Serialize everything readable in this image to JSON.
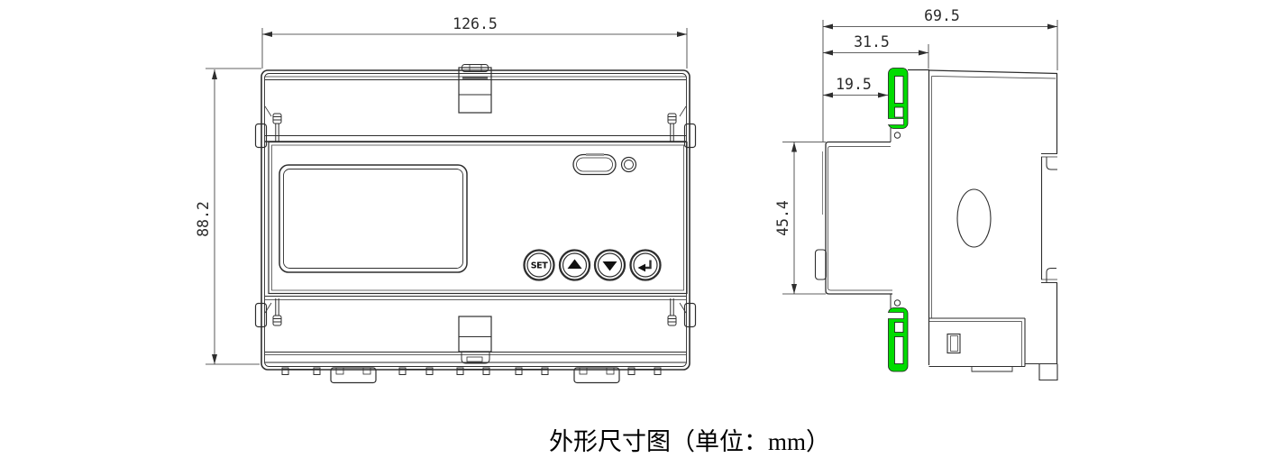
{
  "caption": "外形尺寸图（单位：mm）",
  "drawing_title": "外形尺寸图",
  "unit_note": "单位：mm",
  "dimensions": {
    "front_width": "126.5",
    "front_height": "88.2",
    "side_depth_total": "69.5",
    "side_depth_front": "31.5",
    "side_clip_offset": "19.5",
    "side_face_height": "45.4"
  },
  "front_view": {
    "button_set_label": "SET"
  },
  "icons": {
    "up_button": "triangle-up",
    "down_button": "triangle-down",
    "enter_button": "return-arrow",
    "ir_window": "oval-ir-window",
    "led": "led-indicator",
    "rail_clip": "din-rail-clip"
  },
  "colors": {
    "line": "#2e2e2e",
    "rail_clip_green": "#00DC00",
    "background": "#ffffff"
  }
}
